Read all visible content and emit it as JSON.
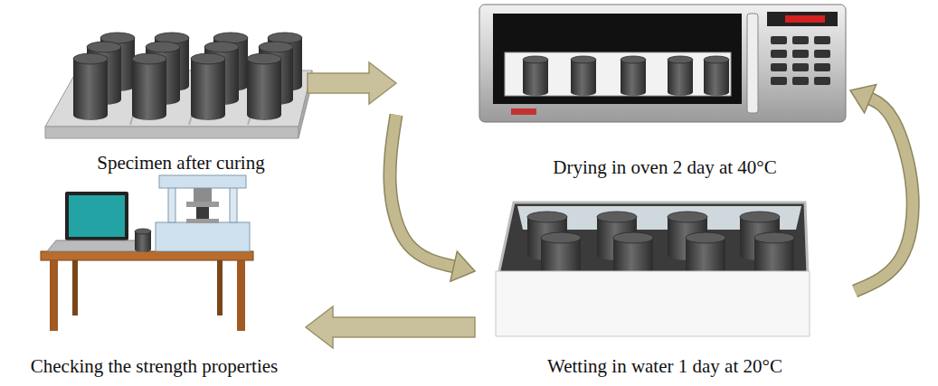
{
  "diagram": {
    "nodes": [
      {
        "text": [
          "Specimen after curing"
        ]
      },
      {
        "text": [
          "Drying in oven 2 day at 40°C"
        ]
      },
      {
        "text": [
          "Checking the strength properties"
        ]
      },
      {
        "text": [
          "Wetting in water 1 day at 20°C"
        ]
      }
    ],
    "edges": [
      {
        "from": 0,
        "to": 1,
        "arrow": "to"
      },
      {
        "from": 1,
        "to": 3,
        "arrow": "to"
      },
      {
        "from": 3,
        "to": 1,
        "arrow": "to"
      },
      {
        "from": 3,
        "to": 2,
        "arrow": "to"
      }
    ]
  }
}
